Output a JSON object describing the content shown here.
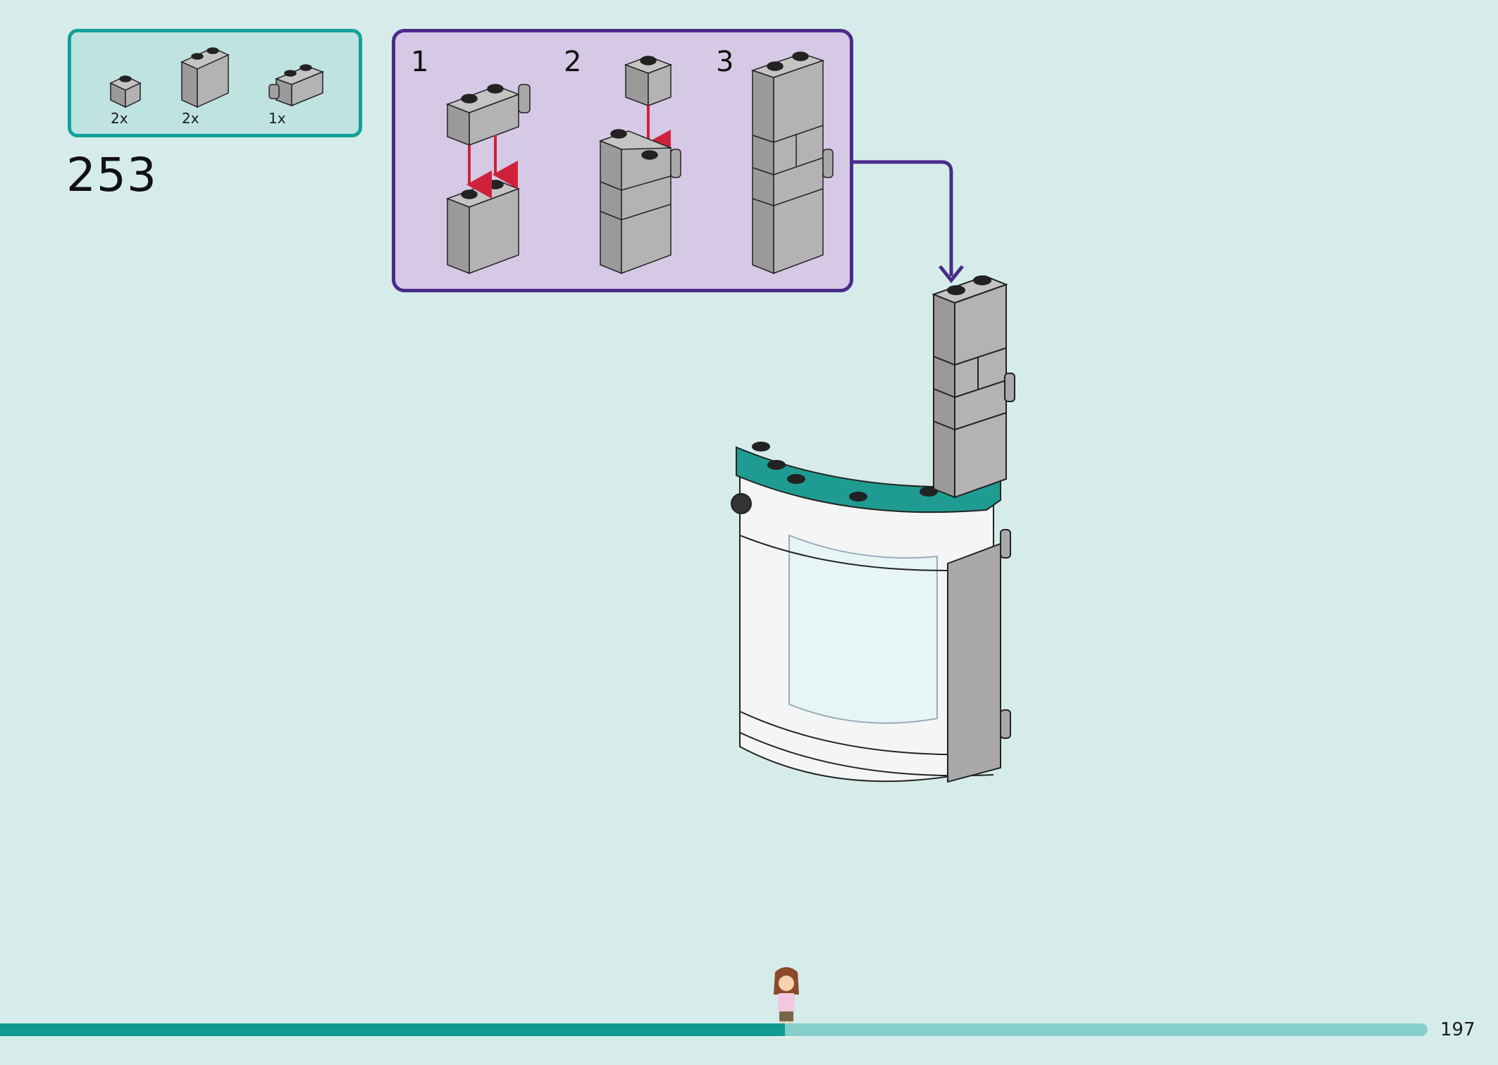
{
  "step": {
    "number": "253"
  },
  "parts": [
    {
      "name": "brick-1x1-gray",
      "quantity": "2x"
    },
    {
      "name": "brick-1x2x2-gray",
      "quantity": "2x"
    },
    {
      "name": "brick-1x2-clip-gray",
      "quantity": "1x"
    }
  ],
  "substeps": [
    {
      "number": "1"
    },
    {
      "number": "2"
    },
    {
      "number": "3"
    }
  ],
  "page": {
    "number": "197",
    "progress_fraction": 0.55
  },
  "colors": {
    "background": "#d6ecea",
    "parts_border": "#12a19a",
    "substeps_border": "#4a2b8a",
    "brick_gray": "#a6a6a6",
    "teal_brick": "#1f9c91",
    "arrow_red": "#d0213a",
    "progress_fill": "#0f9b92",
    "progress_track": "#86cfca"
  }
}
